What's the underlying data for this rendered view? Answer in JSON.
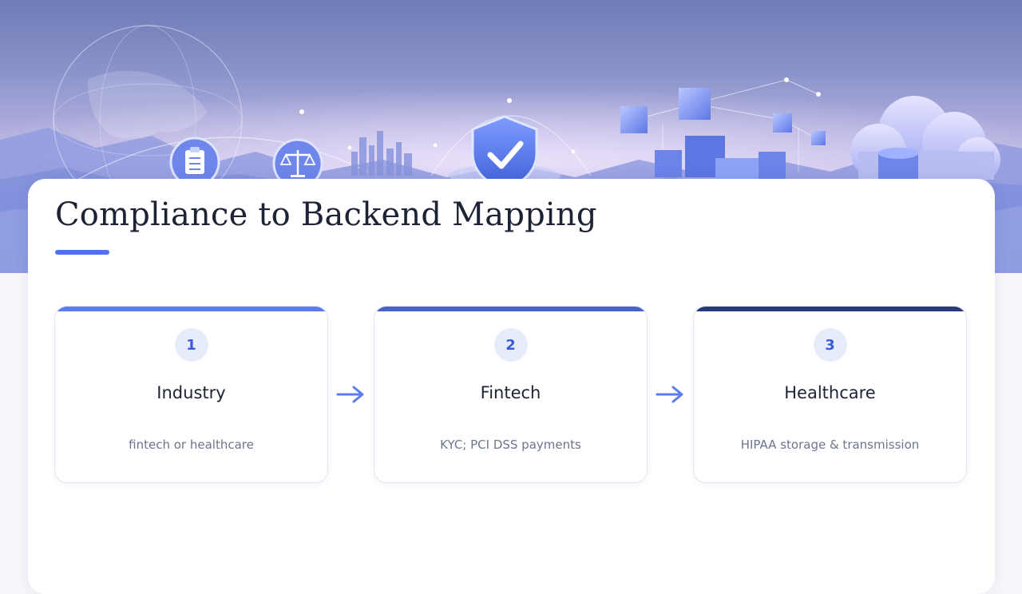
{
  "slide": {
    "title": "Compliance to Backend Mapping"
  },
  "steps": [
    {
      "number": "1",
      "name": "Industry",
      "description": "fintech or healthcare",
      "accent_color": "#5b7cf0"
    },
    {
      "number": "2",
      "name": "Fintech",
      "description": "KYC; PCI DSS payments",
      "accent_color": "#4862c9"
    },
    {
      "number": "3",
      "name": "Healthcare",
      "description": "HIPAA storage & transmission",
      "accent_color": "#273a78"
    }
  ],
  "icons": {
    "hero": [
      "globe-icon",
      "clipboard-icon",
      "scales-icon",
      "city-skyline-icon",
      "shield-check-icon",
      "cubes-network-icon",
      "cloud-database-icon"
    ],
    "connector": "arrow-right-icon"
  },
  "colors": {
    "accent": "#4f74ea",
    "title_text": "#1d2235",
    "body_text": "#6a7590",
    "badge_bg": "#e7ecfb",
    "badge_text": "#3f5ad6"
  }
}
